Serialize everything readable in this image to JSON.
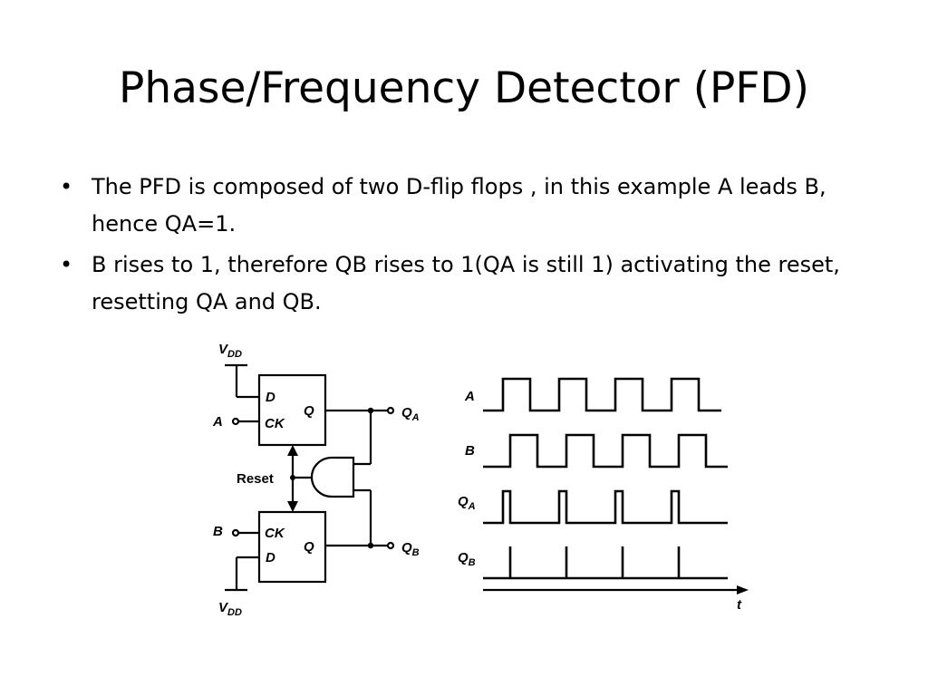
{
  "slide": {
    "title": "Phase/Frequency Detector (PFD)",
    "bullets": [
      "The PFD is composed of two D-flip flops , in this example A leads B, hence QA=1.",
      "B rises to 1, therefore QB rises to 1(QA is still 1) activating the reset, resetting QA and QB."
    ],
    "bullet_symbol": "•"
  },
  "circuit": {
    "vdd_label": "V",
    "vdd_sub": "DD",
    "input_a": "A",
    "input_b": "B",
    "pin_d": "D",
    "pin_ck": "CK",
    "pin_q": "Q",
    "out_q": "Q",
    "out_a_sub": "A",
    "out_b_sub": "B",
    "reset_label": "Reset"
  },
  "timing": {
    "sig_a": "A",
    "sig_b": "B",
    "sig_q": "Q",
    "sub_a": "A",
    "sub_b": "B",
    "time_label": "t"
  }
}
